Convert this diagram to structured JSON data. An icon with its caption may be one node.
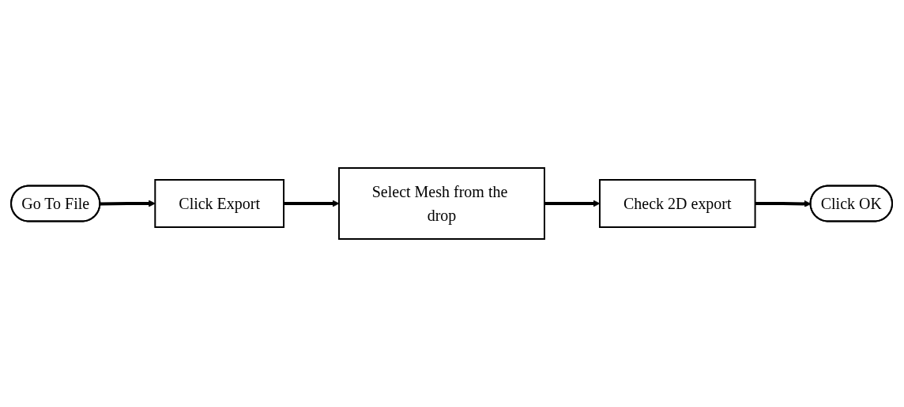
{
  "diagram": {
    "nodes": [
      {
        "text": [
          "Go To File"
        ]
      },
      {
        "text": [
          "Click Export"
        ]
      },
      {
        "text": [
          "Select Mesh from the drop"
        ]
      },
      {
        "text": [
          "Check 2D export"
        ]
      },
      {
        "text": [
          "Click OK"
        ]
      }
    ],
    "edges": [
      {
        "from": 0,
        "to": 1,
        "arrow": "to"
      },
      {
        "from": 1,
        "to": 2,
        "arrow": "to"
      },
      {
        "from": 2,
        "to": 3,
        "arrow": "to"
      },
      {
        "from": 3,
        "to": 4,
        "arrow": "to"
      }
    ]
  }
}
